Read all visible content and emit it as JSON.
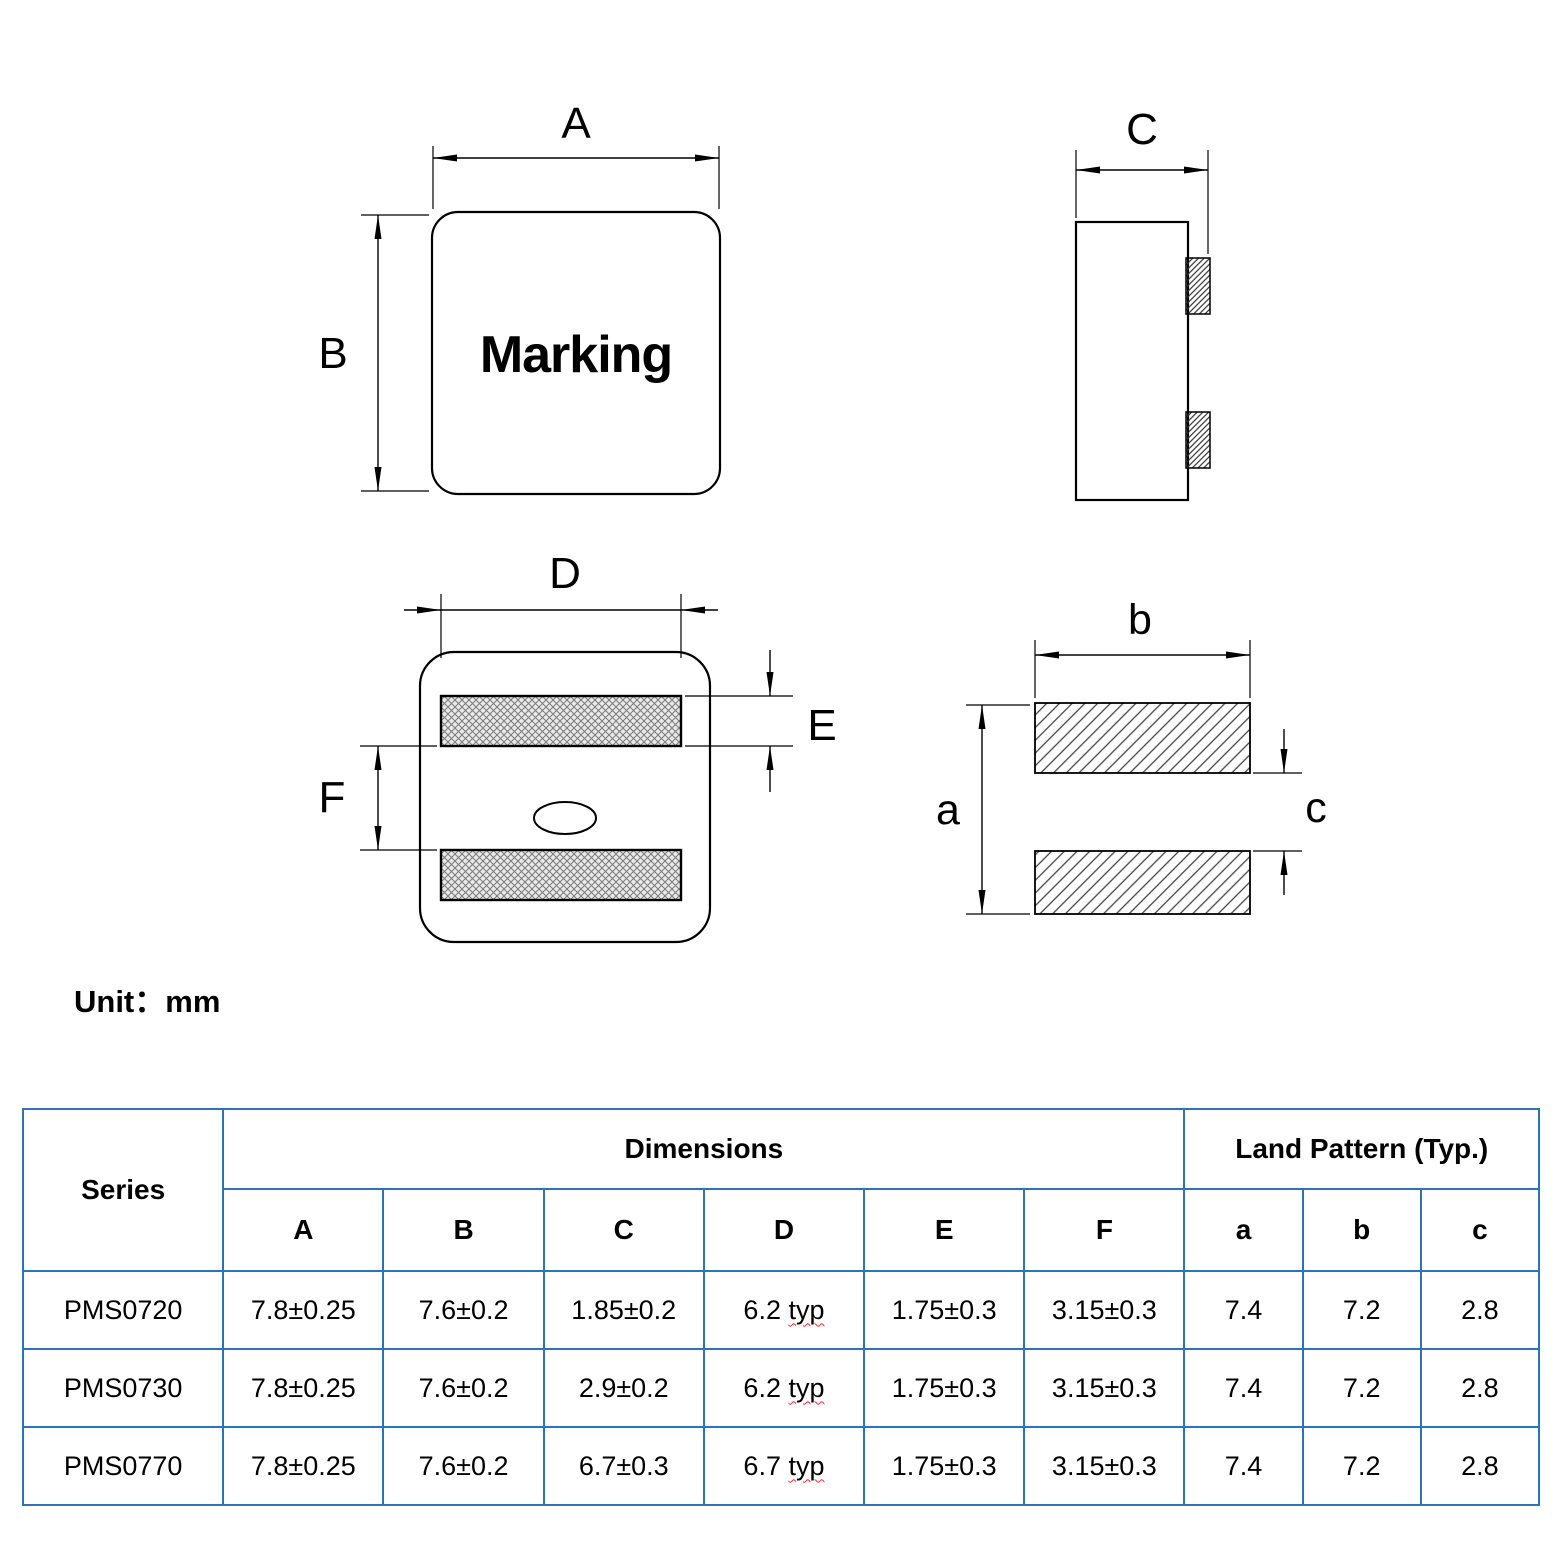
{
  "unit_label": "Unit：mm",
  "drawings": {
    "top_view": {
      "label_a": "A",
      "label_b": "B",
      "marking_text": "Marking"
    },
    "side_view": {
      "label_c": "C"
    },
    "bottom_view": {
      "label_d": "D",
      "label_e": "E",
      "label_f": "F"
    },
    "land_pattern": {
      "label_a": "a",
      "label_b": "b",
      "label_c": "c"
    }
  },
  "table": {
    "border_color": "#2e74b5",
    "header": {
      "series": "Series",
      "dimensions": "Dimensions",
      "land_pattern": "Land Pattern (Typ.)",
      "columns": [
        "A",
        "B",
        "C",
        "D",
        "E",
        "F",
        "a",
        "b",
        "c"
      ]
    },
    "rows": [
      {
        "series": "PMS0720",
        "values": [
          "7.8±0.25",
          "7.6±0.2",
          "1.85±0.2",
          "6.2 typ",
          "1.75±0.3",
          "3.15±0.3",
          "7.4",
          "7.2",
          "2.8"
        ]
      },
      {
        "series": "PMS0730",
        "values": [
          "7.8±0.25",
          "7.6±0.2",
          "2.9±0.2",
          "6.2 typ",
          "1.75±0.3",
          "3.15±0.3",
          "7.4",
          "7.2",
          "2.8"
        ]
      },
      {
        "series": "PMS0770",
        "values": [
          "7.8±0.25",
          "7.6±0.2",
          "6.7±0.3",
          "6.7 typ",
          "1.75±0.3",
          "3.15±0.3",
          "7.4",
          "7.2",
          "2.8"
        ]
      }
    ]
  }
}
